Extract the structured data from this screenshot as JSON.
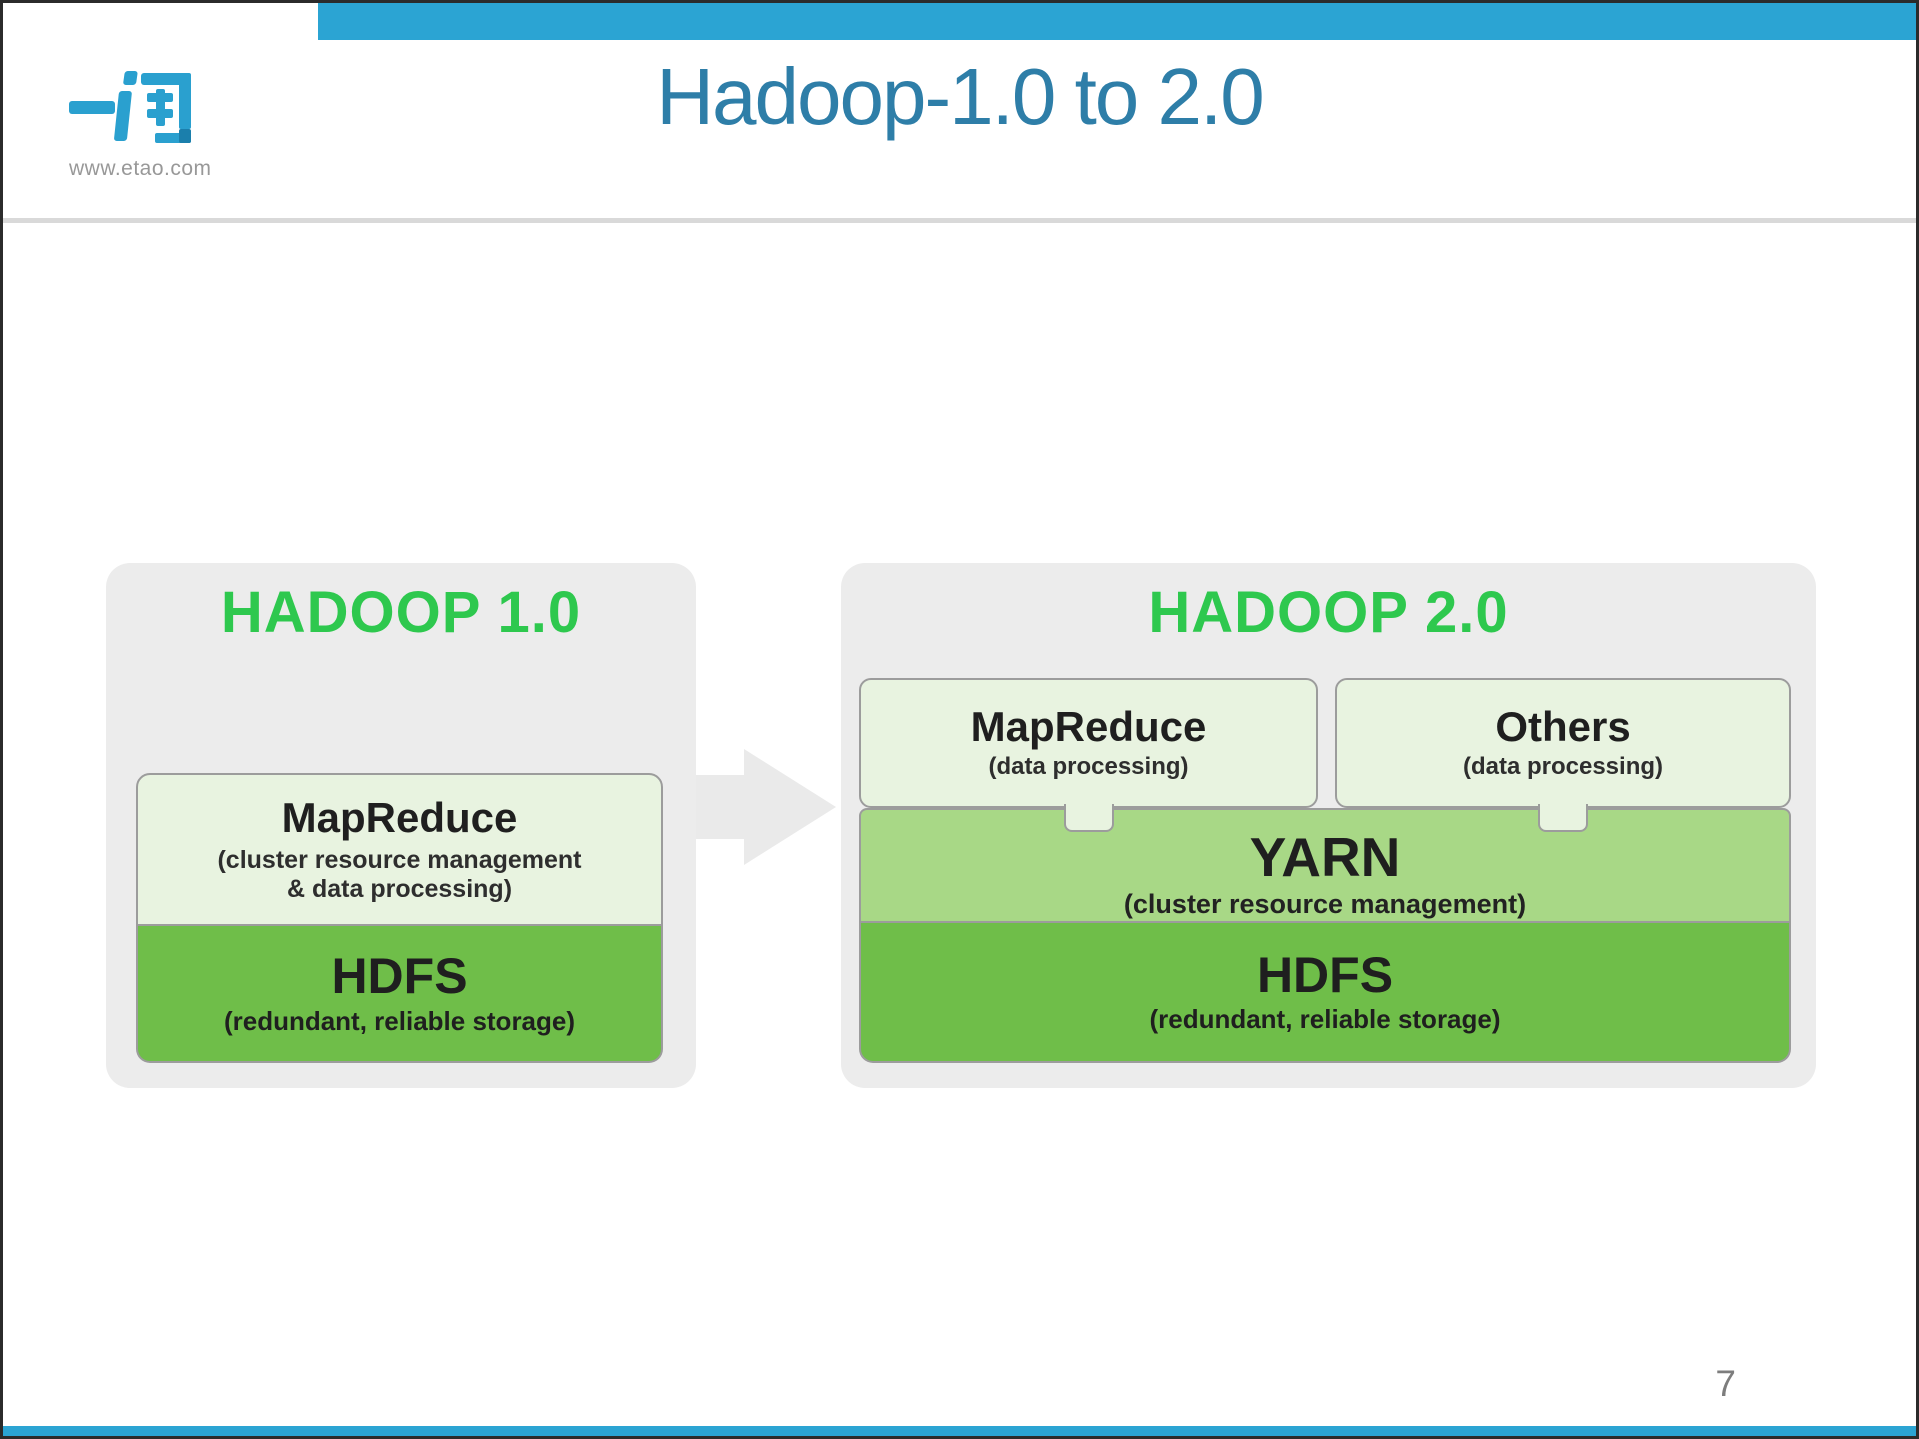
{
  "slide": {
    "logo": {
      "text": "一淘",
      "url": "www.etao.com"
    },
    "title": "Hadoop-1.0 to 2.0",
    "page_number": "7"
  },
  "colors": {
    "accent_blue": "#2BA4D3",
    "title_teal": "#2E7EA8",
    "hadoop_green": "#2EC84E",
    "pale_green_box": "#E8F3E0",
    "yarn_green": "#A8D886",
    "hdfs_green": "#6FBE49",
    "panel_gray": "#ECECEC",
    "box_border_gray": "#9C9C9C"
  },
  "diagram": {
    "hadoop1": {
      "title": "HADOOP 1.0",
      "mapreduce": {
        "title": "MapReduce",
        "subtitle_line1": "(cluster resource management",
        "subtitle_line2": "& data processing)"
      },
      "hdfs": {
        "title": "HDFS",
        "subtitle": "(redundant, reliable storage)"
      }
    },
    "hadoop2": {
      "title": "HADOOP 2.0",
      "mapreduce": {
        "title": "MapReduce",
        "subtitle": "(data processing)"
      },
      "others": {
        "title": "Others",
        "subtitle": "(data processing)"
      },
      "yarn": {
        "title": "YARN",
        "subtitle": "(cluster resource management)"
      },
      "hdfs": {
        "title": "HDFS",
        "subtitle": "(redundant, reliable storage)"
      }
    }
  }
}
